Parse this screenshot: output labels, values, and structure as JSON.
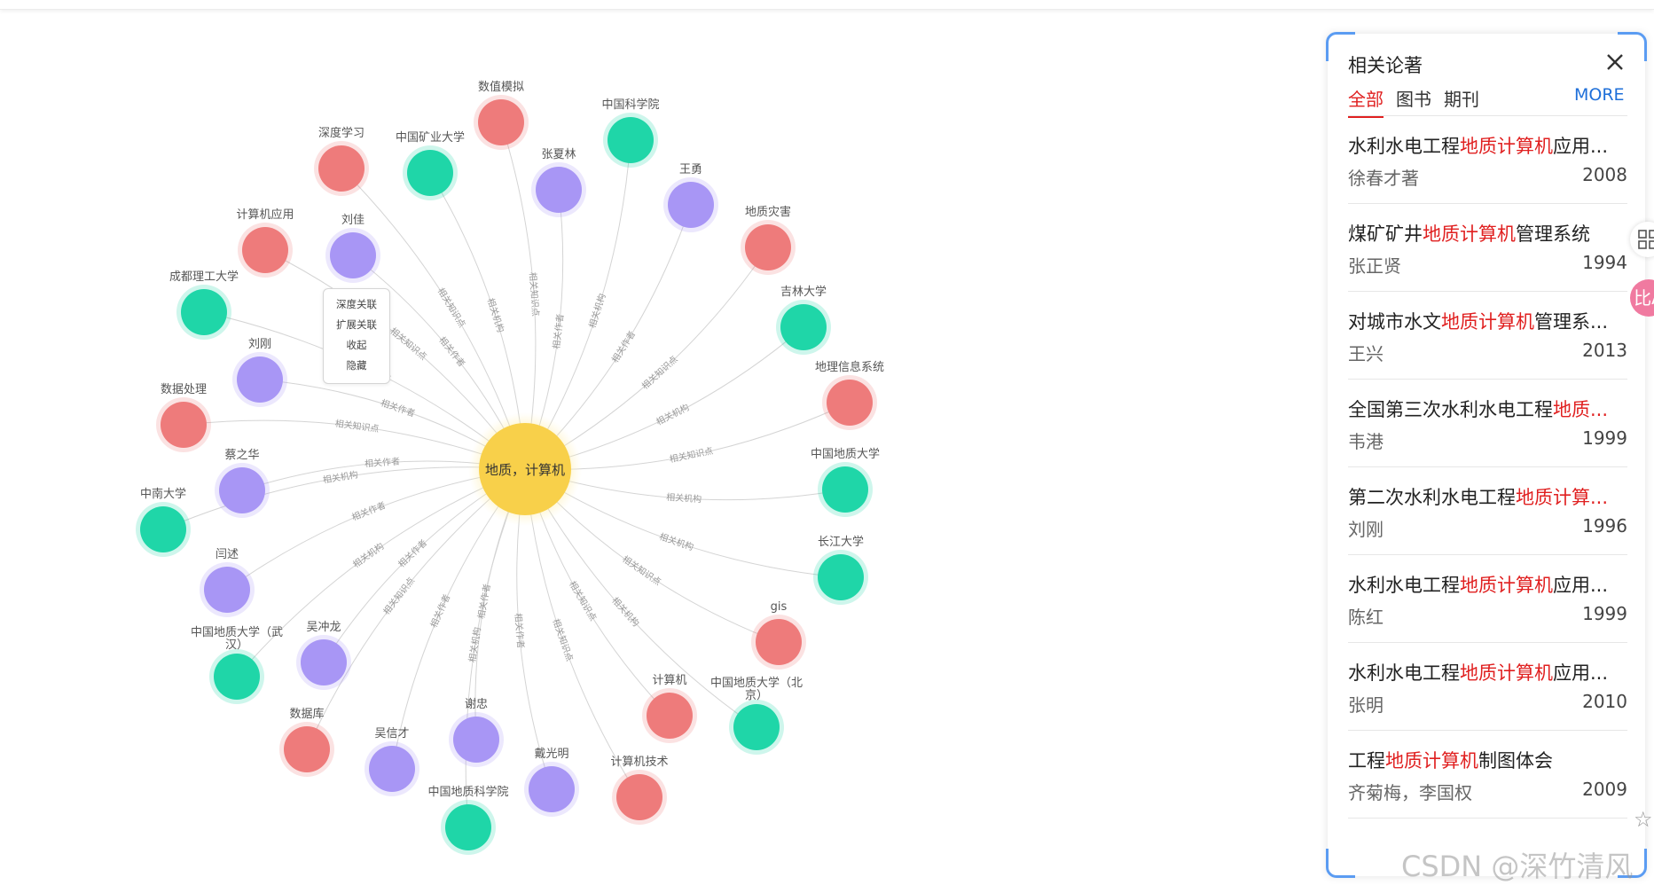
{
  "graph": {
    "center": {
      "label": "地质，计算机"
    },
    "nodes": [
      {
        "label": "数值模拟",
        "type": "topic",
        "edge": "相关知识点"
      },
      {
        "label": "中国科学院",
        "type": "institution",
        "edge": "相关机构"
      },
      {
        "label": "张夏林",
        "type": "author",
        "edge": "相关作者"
      },
      {
        "label": "中国矿业大学",
        "type": "institution",
        "edge": "相关机构"
      },
      {
        "label": "深度学习",
        "type": "topic",
        "edge": "相关知识点"
      },
      {
        "label": "王勇",
        "type": "author",
        "edge": "相关作者"
      },
      {
        "label": "地质灾害",
        "type": "topic",
        "edge": "相关知识点"
      },
      {
        "label": "计算机应用",
        "type": "topic",
        "edge": "相关知识点"
      },
      {
        "label": "刘佳",
        "type": "author",
        "edge": "相关作者"
      },
      {
        "label": "吉林大学",
        "type": "institution",
        "edge": "相关机构"
      },
      {
        "label": "成都理工大学",
        "type": "institution",
        "edge": "相关机构"
      },
      {
        "label": "地理信息系统",
        "type": "topic",
        "edge": "相关知识点"
      },
      {
        "label": "刘刚",
        "type": "author",
        "edge": "相关作者"
      },
      {
        "label": "数据处理",
        "type": "topic",
        "edge": "相关知识点"
      },
      {
        "label": "中国地质大学",
        "type": "institution",
        "edge": "相关机构"
      },
      {
        "label": "蔡之华",
        "type": "author",
        "edge": "相关作者"
      },
      {
        "label": "中南大学",
        "type": "institution",
        "edge": "相关机构"
      },
      {
        "label": "长江大学",
        "type": "institution",
        "edge": "相关机构"
      },
      {
        "label": "闫述",
        "type": "author",
        "edge": "相关作者"
      },
      {
        "label": "gis",
        "type": "topic",
        "edge": "相关知识点"
      },
      {
        "label": "中国地质大学（武汉）",
        "type": "institution",
        "edge": "相关机构"
      },
      {
        "label": "吴冲龙",
        "type": "author",
        "edge": "相关作者"
      },
      {
        "label": "计算机",
        "type": "topic",
        "edge": "相关知识点"
      },
      {
        "label": "中国地质大学（北京）",
        "type": "institution",
        "edge": "相关机构"
      },
      {
        "label": "数据库",
        "type": "topic",
        "edge": "相关知识点"
      },
      {
        "label": "谢忠",
        "type": "author",
        "edge": "相关作者"
      },
      {
        "label": "吴信才",
        "type": "author",
        "edge": "相关作者"
      },
      {
        "label": "戴光明",
        "type": "author",
        "edge": "相关作者"
      },
      {
        "label": "计算机技术",
        "type": "topic",
        "edge": "相关知识点"
      },
      {
        "label": "中国地质科学院",
        "type": "institution",
        "edge": "相关机构"
      }
    ],
    "colors": {
      "topic": "#ee7b7b",
      "institution": "#1fd6a8",
      "author": "#a896f5",
      "center": "#f8d04a"
    }
  },
  "context_menu": {
    "items": [
      "深度关联",
      "扩展关联",
      "收起",
      "隐藏"
    ]
  },
  "panel": {
    "title": "相关论著",
    "tabs": [
      "全部",
      "图书",
      "期刊"
    ],
    "more": "MORE",
    "items": [
      {
        "pre": "水利水电工程",
        "hl": "地质计算机",
        "post": "应用...",
        "author": "徐春才著",
        "year": "2008"
      },
      {
        "pre": "煤矿矿井",
        "hl": "地质计算机",
        "post": "管理系统",
        "author": "张正贤",
        "year": "1994"
      },
      {
        "pre": "对城市水文",
        "hl": "地质计算机",
        "post": "管理系...",
        "author": "王兴",
        "year": "2013"
      },
      {
        "pre": "全国第三次水利水电工程",
        "hl": "地质...",
        "post": "",
        "author": "韦港",
        "year": "1999"
      },
      {
        "pre": "第二次水利水电工程",
        "hl": "地质计算...",
        "post": "",
        "author": "刘刚",
        "year": "1996"
      },
      {
        "pre": "水利水电工程",
        "hl": "地质计算机",
        "post": "应用...",
        "author": "陈红",
        "year": "1999"
      },
      {
        "pre": "水利水电工程",
        "hl": "地质计算机",
        "post": "应用...",
        "author": "张明",
        "year": "2010"
      },
      {
        "pre": "工程",
        "hl": "地质计算机",
        "post": "制图体会",
        "author": "齐菊梅，李国权",
        "year": "2009"
      }
    ]
  },
  "side": {
    "pink_label": "比A",
    "star": "☆"
  },
  "watermark": "CSDN @深竹清风"
}
